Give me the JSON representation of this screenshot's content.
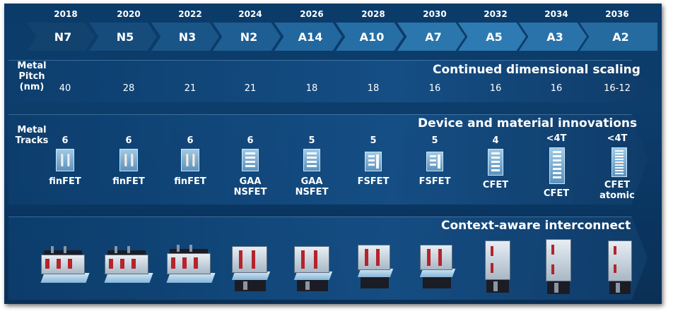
{
  "timeline": {
    "years": [
      "2018",
      "2020",
      "2022",
      "2024",
      "2026",
      "2028",
      "2030",
      "2032",
      "2034",
      "2036"
    ],
    "nodes": [
      "N7",
      "N5",
      "N3",
      "N2",
      "A14",
      "A10",
      "A7",
      "A5",
      "A3",
      "A2"
    ]
  },
  "band1": {
    "title": "Continued dimensional scaling",
    "label_line1": "Metal",
    "label_line2": "Pitch",
    "label_line3": "(nm)",
    "values": [
      "40",
      "28",
      "21",
      "21",
      "18",
      "18",
      "16",
      "16",
      "16",
      "16-12"
    ]
  },
  "band2": {
    "title": "Device and material innovations",
    "label_line1": "Metal",
    "label_line2": "Tracks",
    "tracks": [
      "6",
      "6",
      "6",
      "6",
      "5",
      "5",
      "5",
      "4",
      "<4T",
      "<4T"
    ],
    "devices": [
      {
        "line1": "finFET",
        "line2": ""
      },
      {
        "line1": "finFET",
        "line2": ""
      },
      {
        "line1": "finFET",
        "line2": ""
      },
      {
        "line1": "GAA",
        "line2": "NSFET"
      },
      {
        "line1": "GAA",
        "line2": "NSFET"
      },
      {
        "line1": "FSFET",
        "line2": ""
      },
      {
        "line1": "FSFET",
        "line2": ""
      },
      {
        "line1": "CFET",
        "line2": ""
      },
      {
        "line1": "CFET",
        "line2": ""
      },
      {
        "line1": "CFET",
        "line2": "atomic"
      }
    ]
  },
  "band3": {
    "title": "Context-aware interconnect"
  },
  "colors": {
    "chevron_dark": "#12436f",
    "chevron_light": "#2e7ab3",
    "background": "#0b3b69"
  }
}
